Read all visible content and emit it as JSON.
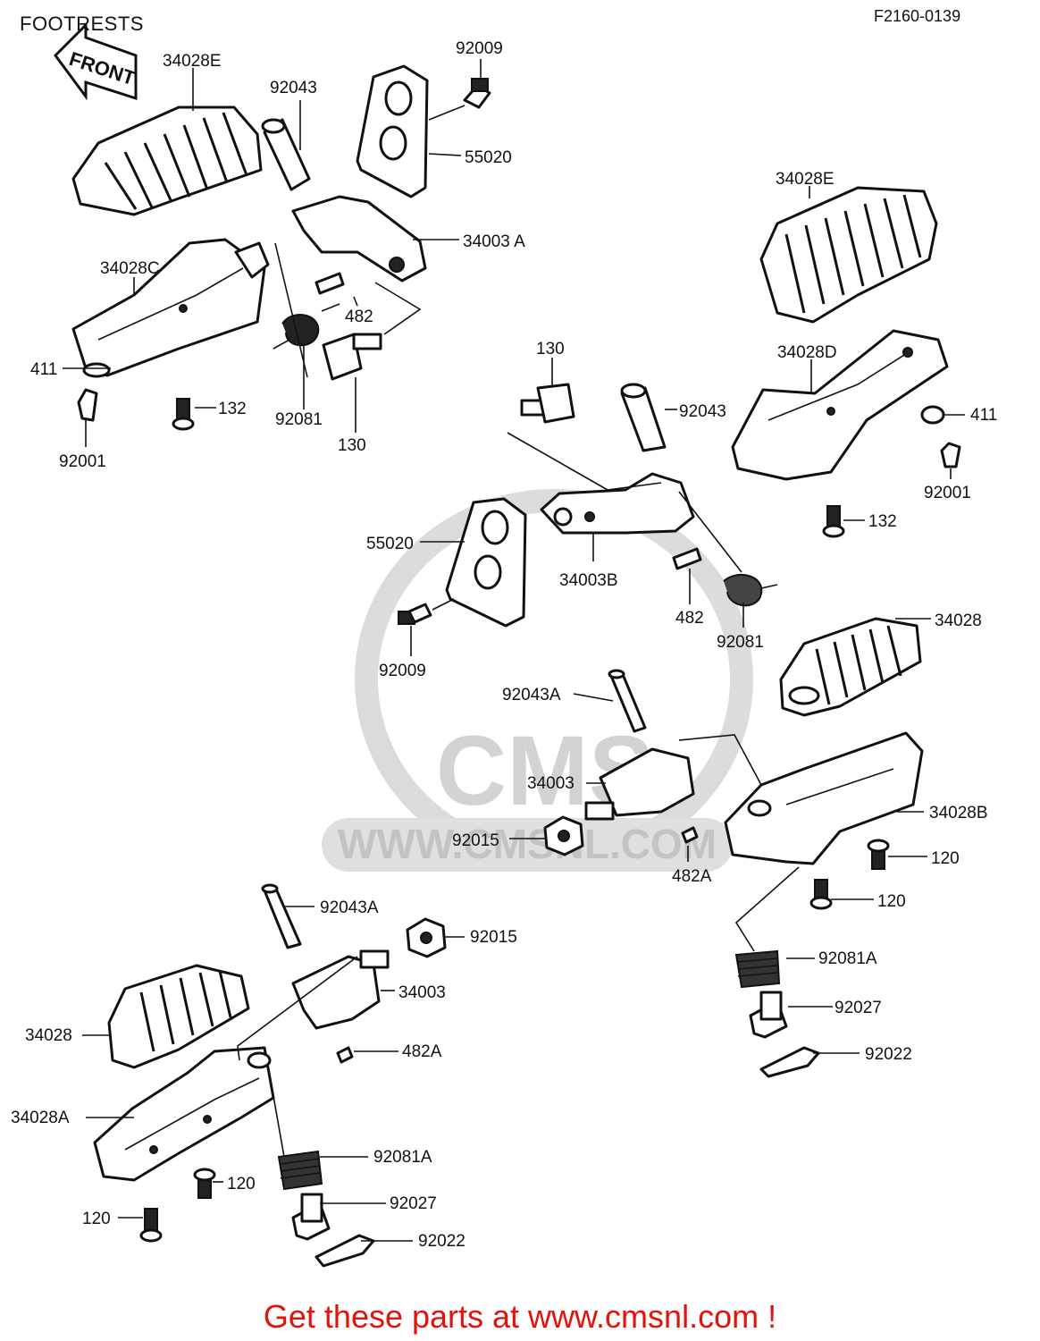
{
  "header": {
    "title": "FOOTRESTS",
    "code": "F2160-0139"
  },
  "arrow_label": "FRONT",
  "watermark": {
    "logo": "CMS",
    "url": "WWW.CMSNL.COM"
  },
  "labels": {
    "p34028E_top": "34028E",
    "p92043_top": "92043",
    "p92009_top": "92009",
    "p55020_top": "55020",
    "p34003A": "34003 A",
    "p34028C": "34028C",
    "p482_top": "482",
    "p411_left": "411",
    "p132_left": "132",
    "p92081_left": "92081",
    "p130_left": "130",
    "p92001_left": "92001",
    "p34028E_right": "34028E",
    "p34028D": "34028D",
    "p130_mid": "130",
    "p92043_mid": "92043",
    "p411_right": "411",
    "p92001_right": "92001",
    "p132_right": "132",
    "p55020_mid": "55020",
    "p34003B": "34003B",
    "p482_mid": "482",
    "p92081_mid": "92081",
    "p92009_mid": "92009",
    "p34028_right": "34028",
    "p92043A_mid": "92043A",
    "p34003_mid": "34003",
    "p92015_mid": "92015",
    "p482A_mid": "482A",
    "p34028B": "34028B",
    "p120_r1": "120",
    "p120_r2": "120",
    "p92081A_right": "92081A",
    "p92027_right": "92027",
    "p92022_right": "92022",
    "p92043A_low": "92043A",
    "p92015_low": "92015",
    "p34003_low": "34003",
    "p34028_left": "34028",
    "p482A_low": "482A",
    "p34028A": "34028A",
    "p92081A_low": "92081A",
    "p120_l1": "120",
    "p92027_low": "92027",
    "p120_l2": "120",
    "p92022_low": "92022"
  },
  "footer": {
    "text": "Get these parts at www.cmsnl.com !"
  }
}
